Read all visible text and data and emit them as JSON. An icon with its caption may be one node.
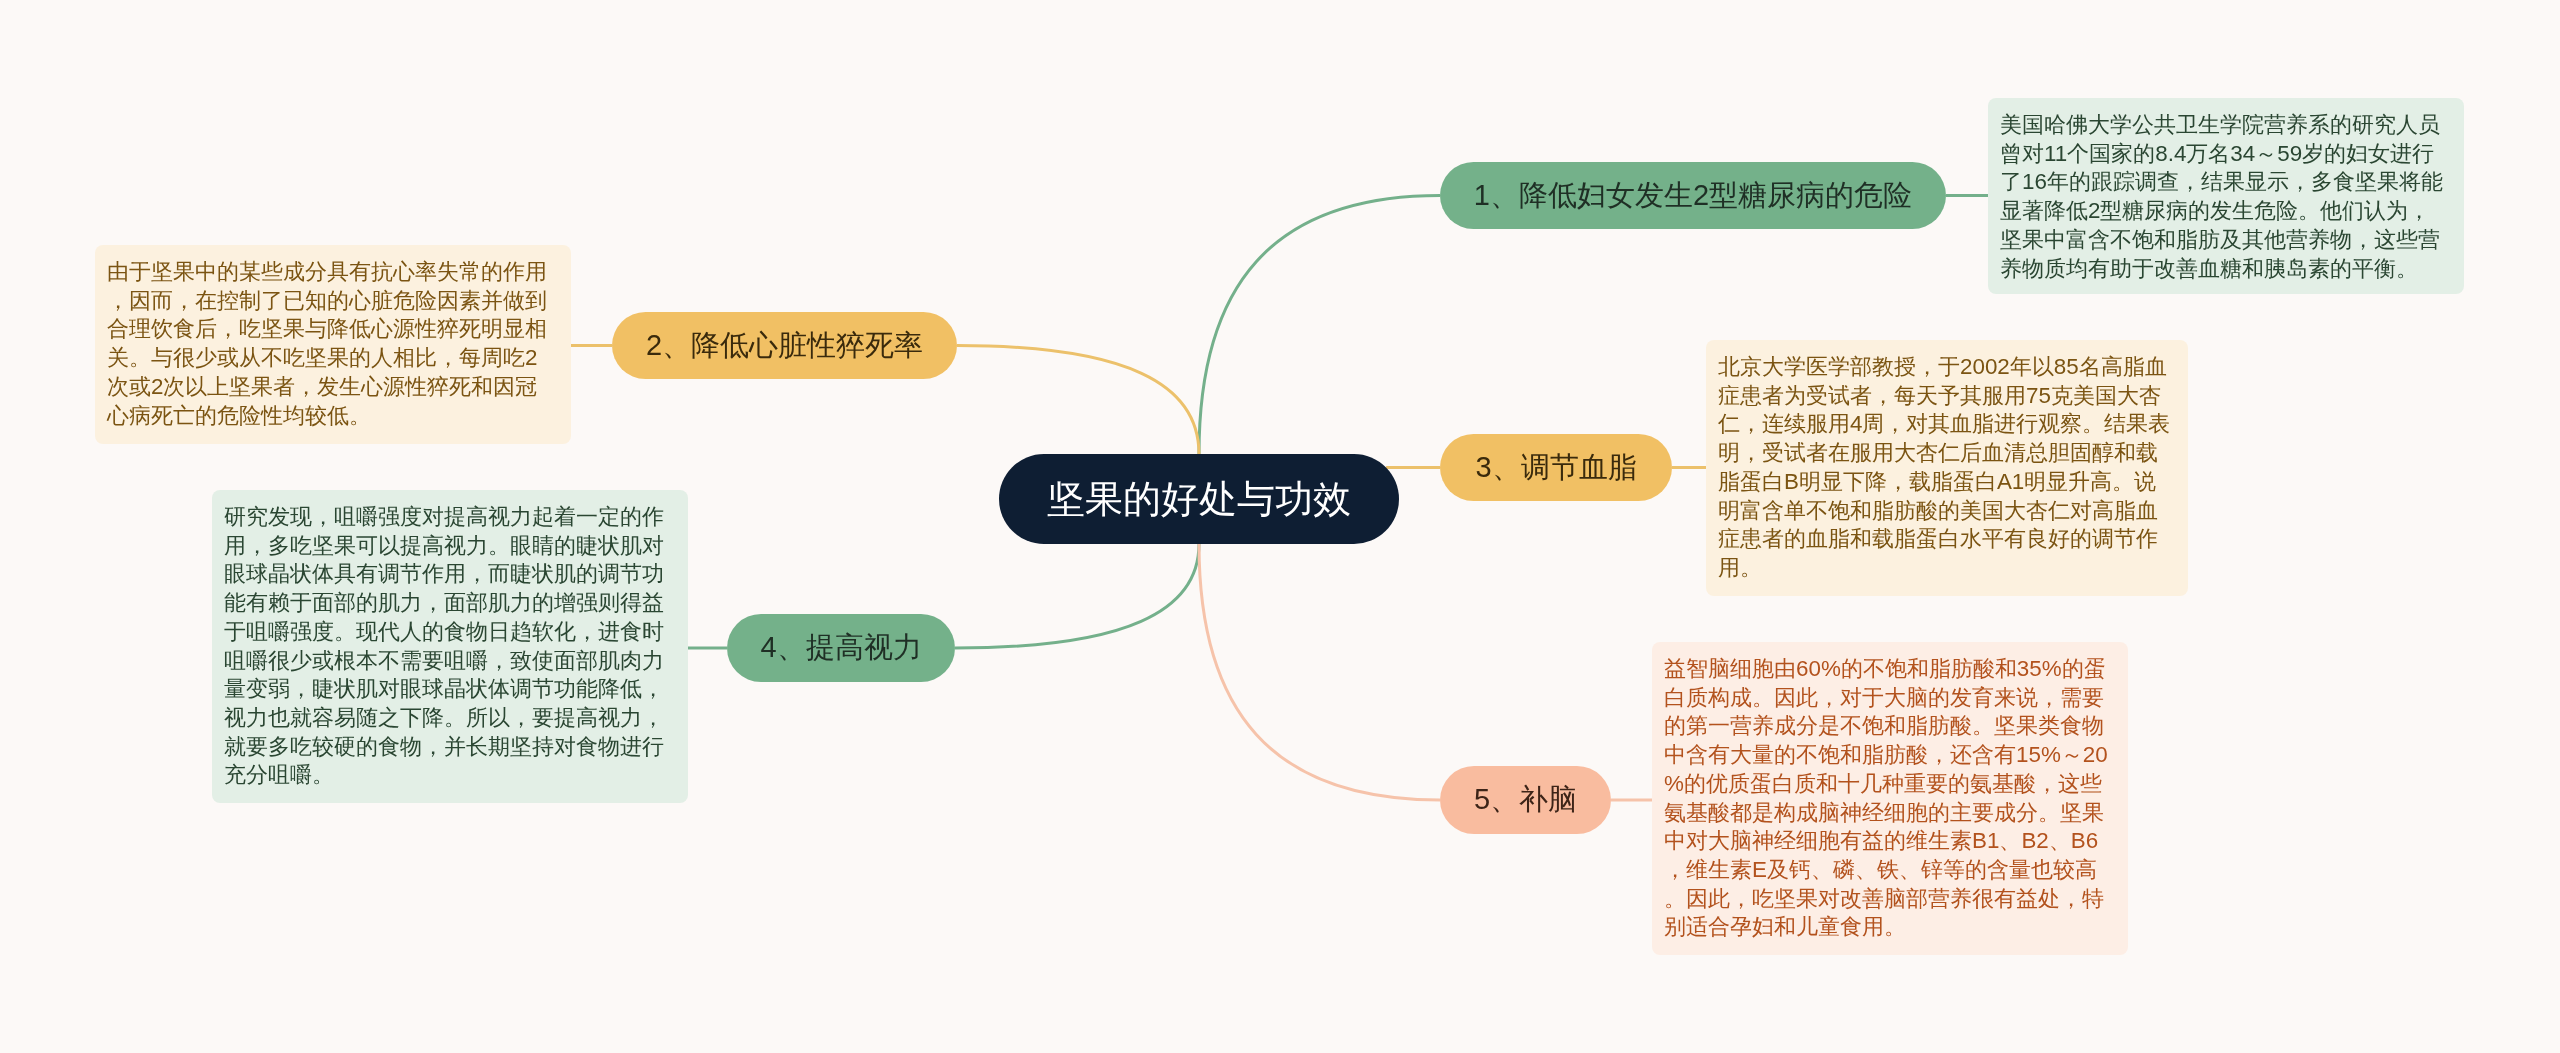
{
  "diagram": {
    "nodes": [
      {
        "text": [
          "坚果的好处与功效"
        ]
      },
      {
        "text": [
          "1、降低妇女发生2型糖尿病的危险"
        ]
      },
      {
        "text": [
          "美国哈佛大学公共卫生学院营养系的研究人员曾对11个国家的8.4万名34～59岁的妇女进行了16年的跟踪调查，结果显示，多食坚果将能显著降低2型糖尿病的发生危险。他们认为，坚果中富含不饱和脂肪及其他营养物，这些营养物质均有助于改善血糖和胰岛素的平衡。"
        ]
      },
      {
        "text": [
          "2、降低心脏性猝死率"
        ]
      },
      {
        "text": [
          "由于坚果中的某些成分具有抗心率失常的作用，因而，在控制了已知的心脏危险因素并做到合理饮食后，吃坚果与降低心源性猝死明显相关。与很少或从不吃坚果的人相比，每周吃2次或2次以上坚果者，发生心源性猝死和因冠心病死亡的危险性均较低。"
        ]
      },
      {
        "text": [
          "3、调节血脂"
        ]
      },
      {
        "text": [
          "北京大学医学部教授，于2002年以85名高脂血症患者为受试者，每天予其服用75克美国大杏仁，连续服用4周，对其血脂进行观察。结果表明，受试者在服用大杏仁后血清总胆固醇和载脂蛋白B明显下降，载脂蛋白A1明显升高。说明富含单不饱和脂肪酸的美国大杏仁对高脂血症患者的血脂和载脂蛋白水平有良好的调节作用。"
        ]
      },
      {
        "text": [
          "4、提高视力"
        ]
      },
      {
        "text": [
          "研究发现，咀嚼强度对提高视力起着一定的作用，多吃坚果可以提高视力。眼睛的睫状肌对眼球晶状体具有调节作用，而睫状肌的调节功能有赖于面部的肌力，面部肌力的增强则得益于咀嚼强度。现代人的食物日趋软化，进食时咀嚼很少或根本不需要咀嚼，致使面部肌肉力量变弱，睫状肌对眼球晶状体调节功能降低，视力也就容易随之下降。所以，要提高视力，就要多吃较硬的食物，并长期坚持对食物进行充分咀嚼。"
        ]
      },
      {
        "text": [
          "5、补脑"
        ]
      },
      {
        "text": [
          "益智脑细胞由60%的不饱和脂肪酸和35%的蛋白质构成。因此，对于大脑的发育来说，需要的第一营养成分是不饱和脂肪酸。坚果类食物中含有大量的不饱和脂肪酸，还含有15%～20%的优质蛋白质和十几种重要的氨基酸，这些氨基酸都是构成脑神经细胞的主要成分。坚果中对大脑神经细胞有益的维生素B1、B2、B6，维生素E及钙、磷、铁、锌等的含量也较高。因此，吃坚果对改善脑部营养很有益处，特别适合孕妇和儿童食用。"
        ]
      }
    ],
    "edges": [
      {
        "from": 0,
        "to": 1,
        "arrow": "none",
        "color": "#74b08b"
      },
      {
        "from": 0,
        "to": 3,
        "arrow": "none",
        "color": "#ecc16b"
      },
      {
        "from": 0,
        "to": 5,
        "arrow": "none",
        "color": "#ecc16b"
      },
      {
        "from": 0,
        "to": 7,
        "arrow": "none",
        "color": "#74b08b"
      },
      {
        "from": 0,
        "to": 9,
        "arrow": "none",
        "color": "#f6c3aa"
      },
      {
        "from": 1,
        "to": 2,
        "arrow": "none",
        "color": "#74b08b"
      },
      {
        "from": 3,
        "to": 4,
        "arrow": "none",
        "color": "#ecc16b"
      },
      {
        "from": 5,
        "to": 6,
        "arrow": "none",
        "color": "#ecc16b"
      },
      {
        "from": 7,
        "to": 8,
        "arrow": "none",
        "color": "#74b08b"
      },
      {
        "from": 9,
        "to": 10,
        "arrow": "none",
        "color": "#f6c3aa"
      }
    ]
  }
}
